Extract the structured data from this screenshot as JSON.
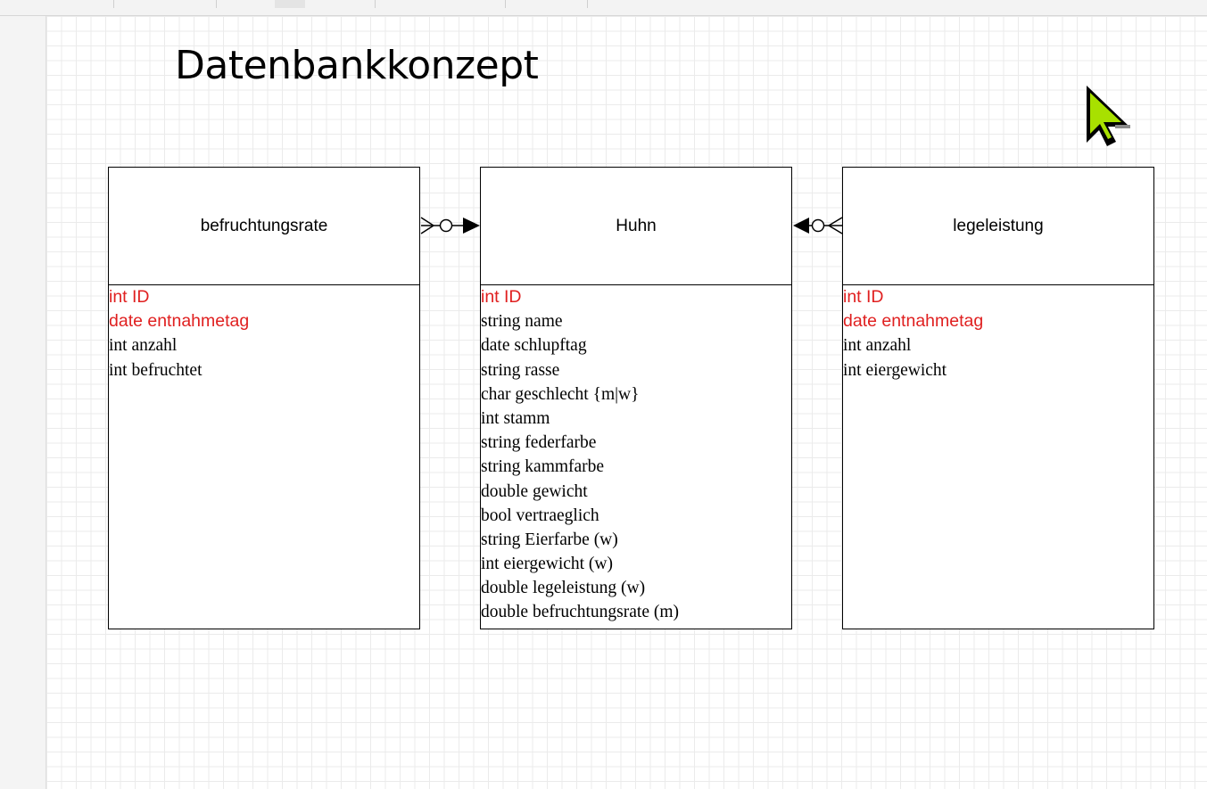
{
  "canvas": {
    "title": "Datenbankkonzept"
  },
  "entities": {
    "befruchtungsrate": {
      "name": "befruchtungsrate",
      "attributes": [
        {
          "text": "int ID",
          "key": true
        },
        {
          "text": "date entnahmetag",
          "key": true
        },
        {
          "text": "int anzahl",
          "key": false
        },
        {
          "text": "int befruchtet",
          "key": false
        }
      ]
    },
    "huhn": {
      "name": "Huhn",
      "attributes": [
        {
          "text": "int ID",
          "key": true
        },
        {
          "text": "string name",
          "key": false
        },
        {
          "text": "date schlupftag",
          "key": false
        },
        {
          "text": "string rasse",
          "key": false
        },
        {
          "text": "char geschlecht {m|w}",
          "key": false
        },
        {
          "text": "int stamm",
          "key": false
        },
        {
          "text": "string federfarbe",
          "key": false
        },
        {
          "text": "string kammfarbe",
          "key": false
        },
        {
          "text": "double gewicht",
          "key": false
        },
        {
          "text": "bool vertraeglich",
          "key": false
        },
        {
          "text": "string Eierfarbe (w)",
          "key": false
        },
        {
          "text": "int eiergewicht (w)",
          "key": false
        },
        {
          "text": "double legeleistung (w)",
          "key": false
        },
        {
          "text": "double befruchtungsrate (m)",
          "key": false
        }
      ]
    },
    "legeleistung": {
      "name": "legeleistung",
      "attributes": [
        {
          "text": "int ID",
          "key": true
        },
        {
          "text": "date entnahmetag",
          "key": true
        },
        {
          "text": "int anzahl",
          "key": false
        },
        {
          "text": "int eiergewicht",
          "key": false
        }
      ]
    }
  },
  "relations": [
    {
      "from": "befruchtungsrate",
      "to": "Huhn",
      "from_end": "zero-or-many",
      "to_end": "one"
    },
    {
      "from": "legeleistung",
      "to": "Huhn",
      "from_end": "zero-or-many",
      "to_end": "one"
    }
  ],
  "colors": {
    "key_attribute": "#e02020",
    "cursor": "#a8e000"
  },
  "icons": {
    "cursor": "mouse-pointer-icon"
  }
}
